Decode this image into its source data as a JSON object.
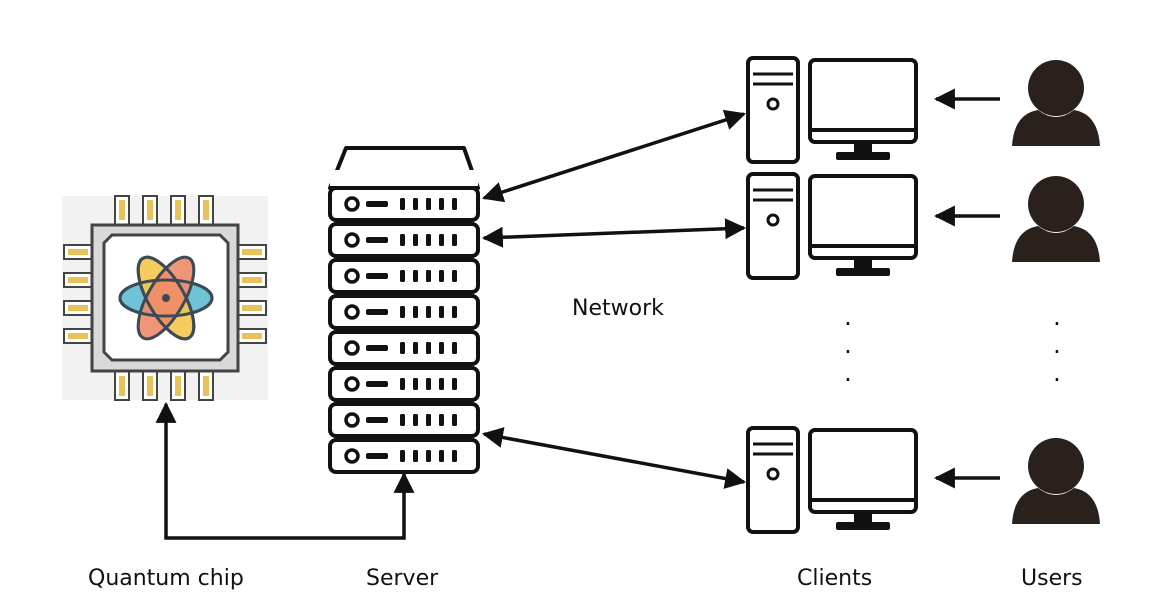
{
  "labels": {
    "quantum_chip": "Quantum chip",
    "server": "Server",
    "network": "Network",
    "clients": "Clients",
    "users": "Users"
  },
  "ellipsis": "·",
  "colors": {
    "ink": "#111111",
    "user": "#2a211d",
    "chip_bg": "#d9d9d9",
    "chip_pins": "#e8c15a",
    "atom_orange": "#f08a6a",
    "atom_yellow": "#f6c64e",
    "atom_blue": "#6ec3d6"
  }
}
